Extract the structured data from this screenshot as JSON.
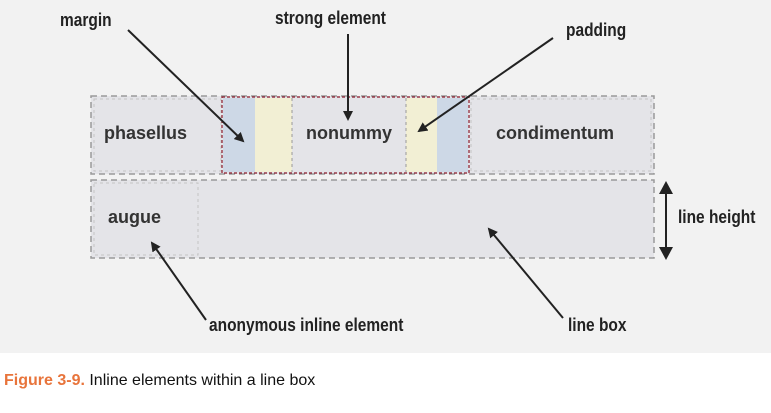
{
  "labels": {
    "margin": "margin",
    "strong_element": "strong element",
    "padding": "padding",
    "line_height": "line height",
    "anonymous_inline_element": "anonymous inline element",
    "line_box": "line box"
  },
  "words": {
    "phasellus": "phasellus",
    "nonummy": "nonummy",
    "condimentum": "condimentum",
    "augue": "augue"
  },
  "caption": {
    "figure": "Figure 3-9.",
    "text": "Inline elements within a line box"
  },
  "colors": {
    "background": "#f2f2f2",
    "line_box_fill": "#e4e4e8",
    "margin_fill": "#cdd8e6",
    "padding_fill": "#f2efd4",
    "strong_border": "#8b1a2b",
    "figure_label": "#e8743b"
  }
}
